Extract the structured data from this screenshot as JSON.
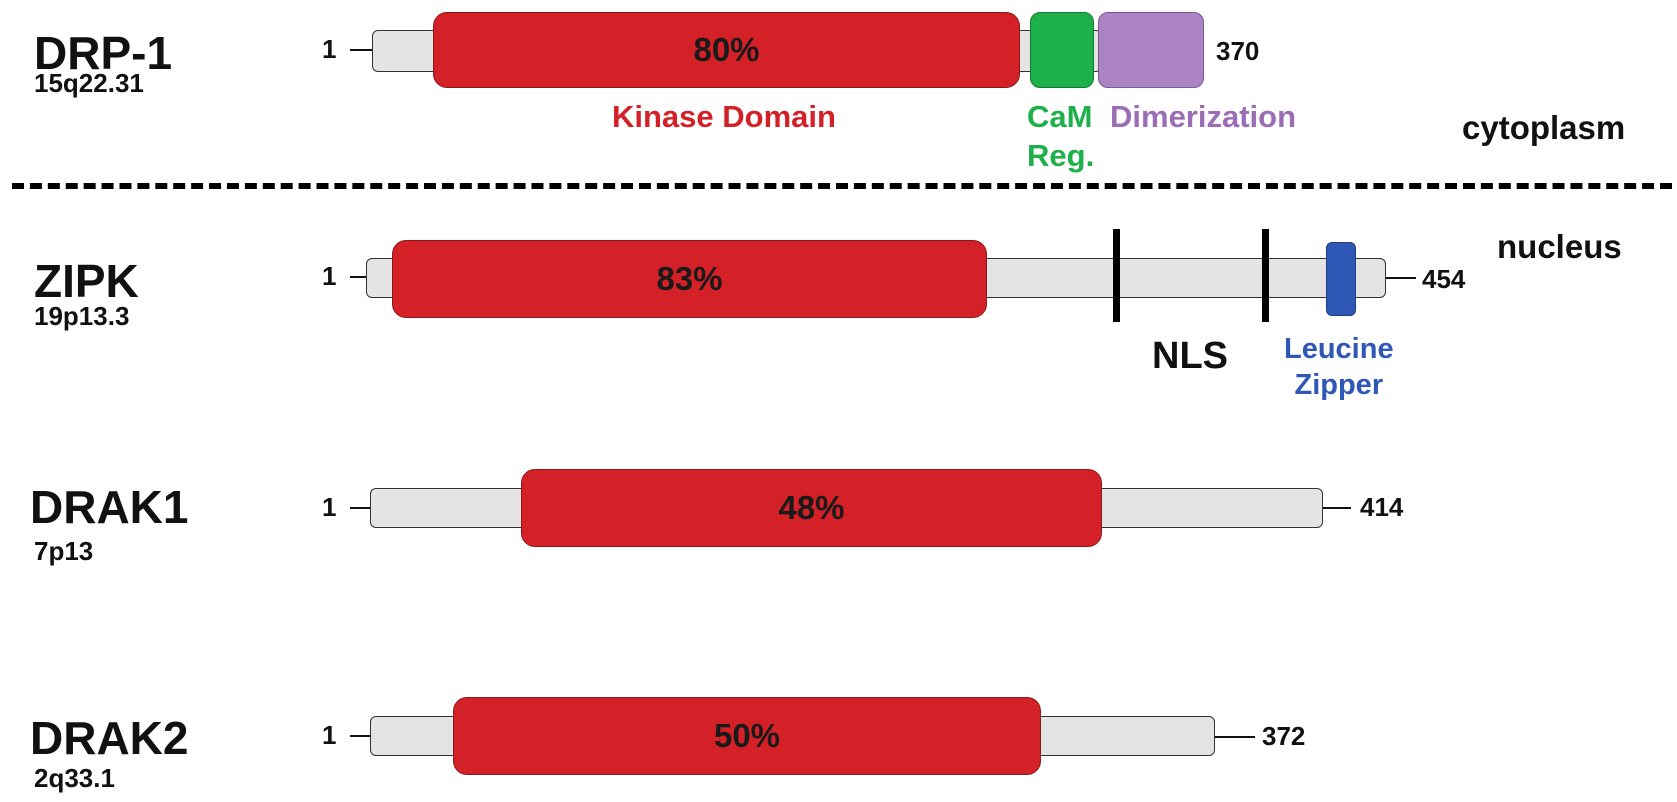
{
  "proteins": [
    {
      "name": "DRP-1",
      "locus": "15q22.31",
      "start": "1",
      "end": "370",
      "kinase_identity": "80%"
    },
    {
      "name": "ZIPK",
      "locus": "19p13.3",
      "start": "1",
      "end": "454",
      "kinase_identity": "83%"
    },
    {
      "name": "DRAK1",
      "locus": "7p13",
      "start": "1",
      "end": "414",
      "kinase_identity": "48%"
    },
    {
      "name": "DRAK2",
      "locus": "2q33.1",
      "start": "1",
      "end": "372",
      "kinase_identity": "50%"
    }
  ],
  "domain_labels": {
    "kinase": "Kinase Domain",
    "cam_line1": "CaM",
    "cam_line2": "Reg.",
    "dimerization": "Dimerization",
    "nls": "NLS",
    "leucine_line1": "Leucine",
    "leucine_line2": "Zipper"
  },
  "compartments": {
    "cytoplasm": "cytoplasm",
    "nucleus": "nucleus"
  },
  "colors": {
    "kinase": "#d42027",
    "cam": "#1eb04a",
    "dimerization": "#ad84c3",
    "leucine_zipper": "#2f57b5",
    "backbone": "#e4e4e4"
  }
}
